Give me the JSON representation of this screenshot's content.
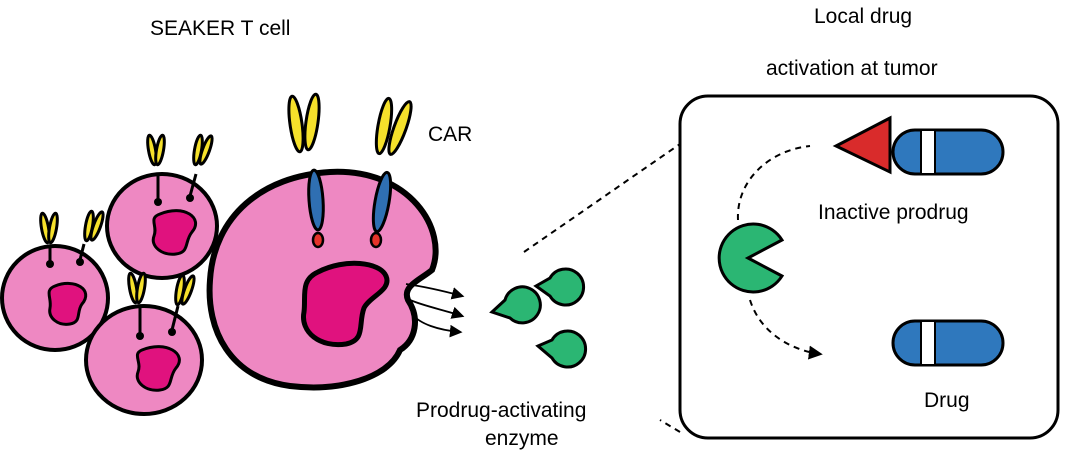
{
  "labels": {
    "seaker_title": "SEAKER T cell",
    "car": "CAR",
    "local_line1": "Local drug",
    "local_line2": "activation at tumor",
    "inactive_prodrug": "Inactive prodrug",
    "drug": "Drug",
    "enzyme_line1": "Prodrug-activating",
    "enzyme_line2": "enzyme"
  },
  "colors": {
    "cell_pink": "#ee88c2",
    "nucleus_magenta": "#e0127e",
    "car_yellow": "#f6e12b",
    "car_blue": "#2f6fb2",
    "car_red": "#e5332a",
    "enzyme_green": "#2bb673",
    "prodrug_red": "#d92b2b",
    "capsule_blue": "#2f78bd",
    "outline": "#000000"
  }
}
